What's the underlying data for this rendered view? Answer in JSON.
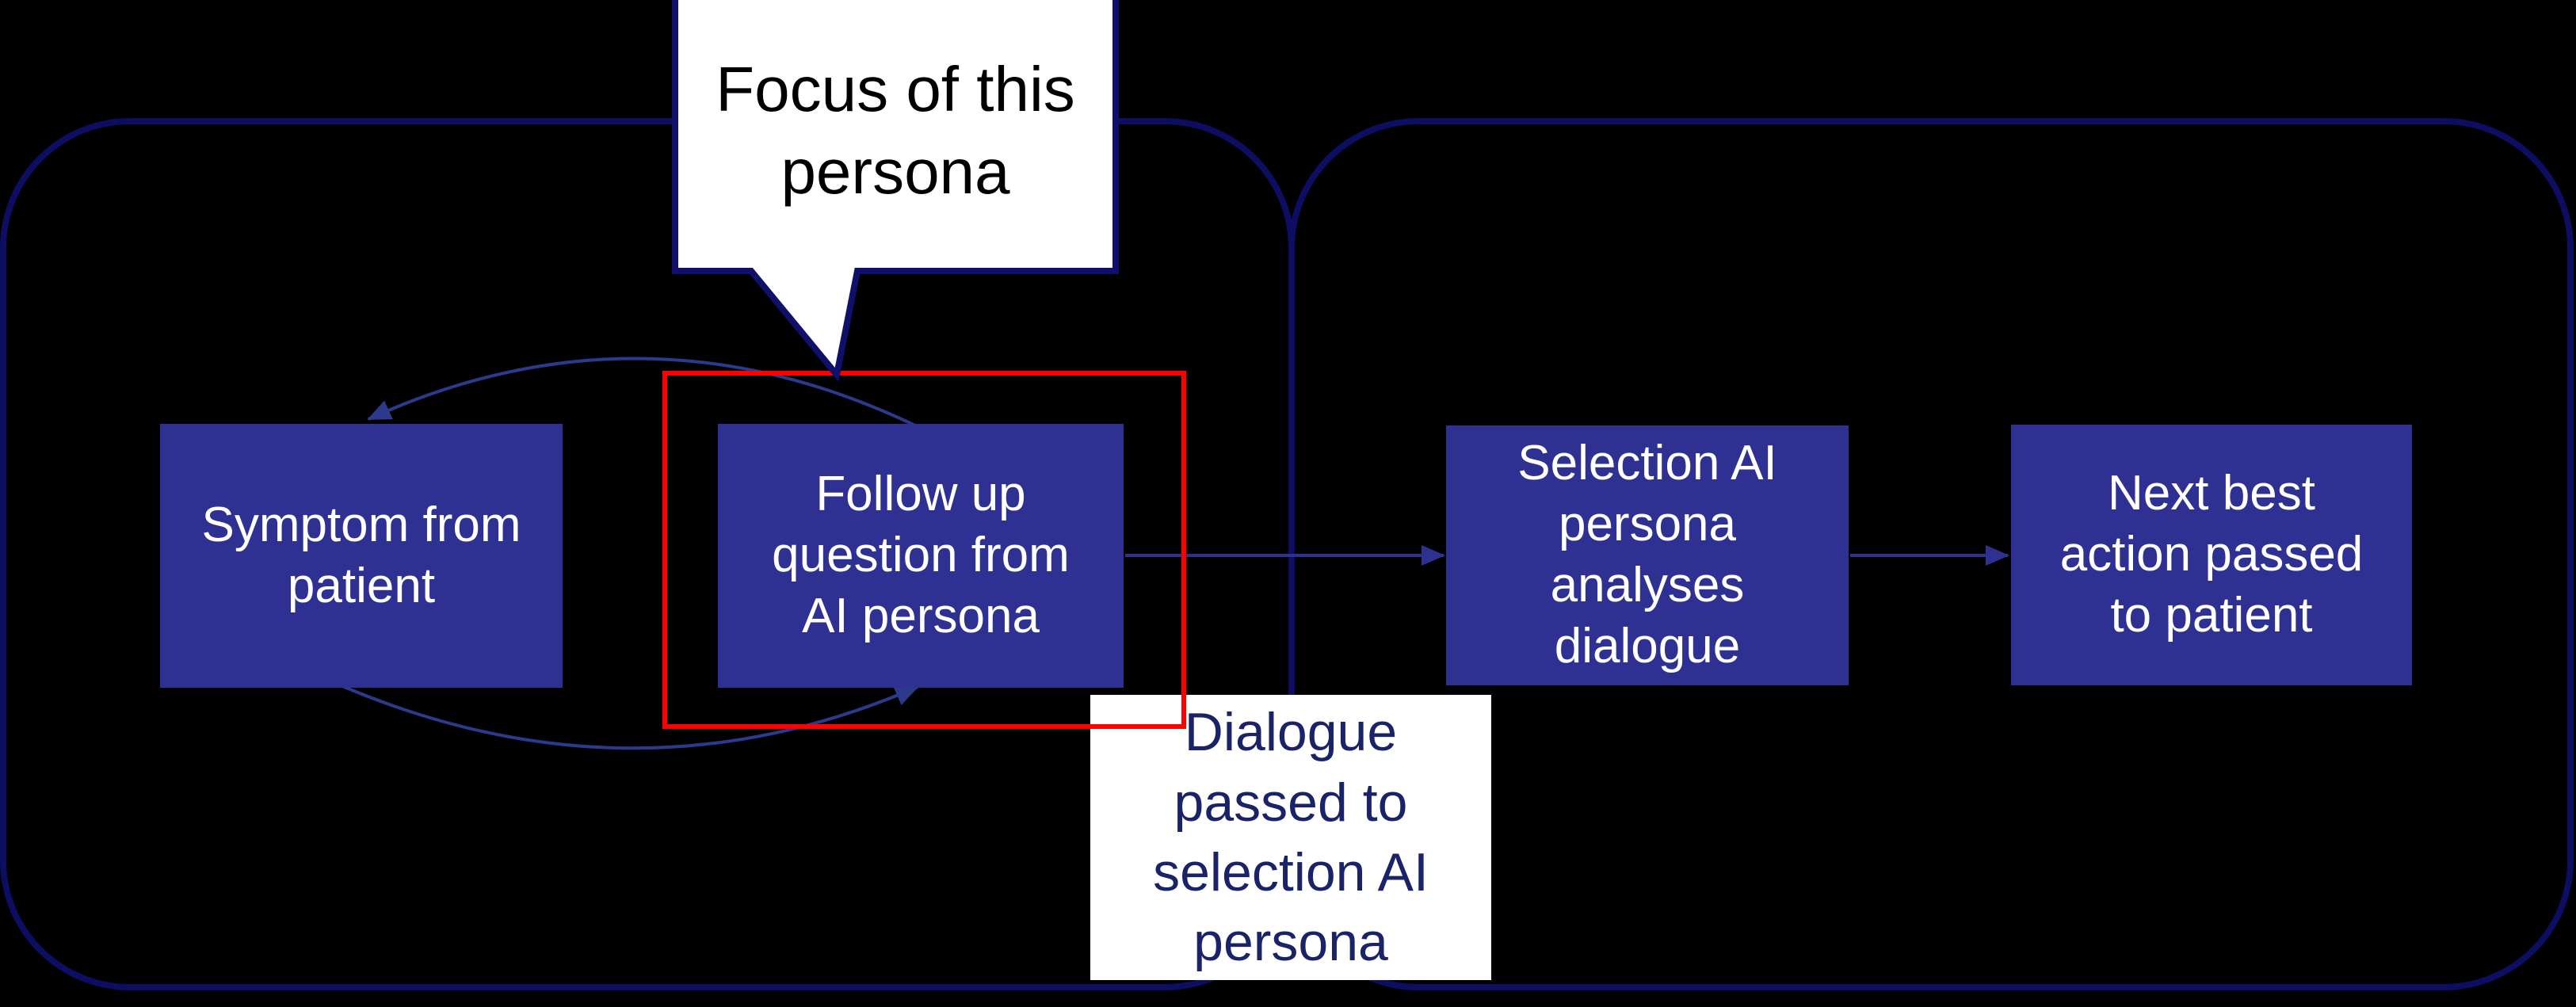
{
  "diagram": {
    "title_hint": "AI persona dialogue flow slide",
    "colors": {
      "background": "#000000",
      "panel_border": "#0d0d62",
      "node_fill": "#2e3192",
      "node_text": "#ffffff",
      "arc_arrow": "#2d3a8c",
      "straight_arrow": "#2e3192",
      "highlight_red": "#ff0000",
      "callout_border": "#10106a",
      "callout_fill": "#ffffff",
      "callout_text": "#000000",
      "info_fill": "#ffffff",
      "info_text": "#1b2368"
    },
    "callout": {
      "text": "Focus of this\npersona"
    },
    "nodes": [
      {
        "id": "symptom",
        "label": "Symptom from\npatient"
      },
      {
        "id": "followup",
        "label": "Follow up\nquestion from\nAI persona"
      },
      {
        "id": "selection",
        "label": "Selection AI\npersona\nanalyses\ndialogue"
      },
      {
        "id": "nextbest",
        "label": "Next best\naction passed\nto patient"
      }
    ],
    "info_box": {
      "text": "Dialogue\npassed to\nselection AI\npersona"
    }
  }
}
